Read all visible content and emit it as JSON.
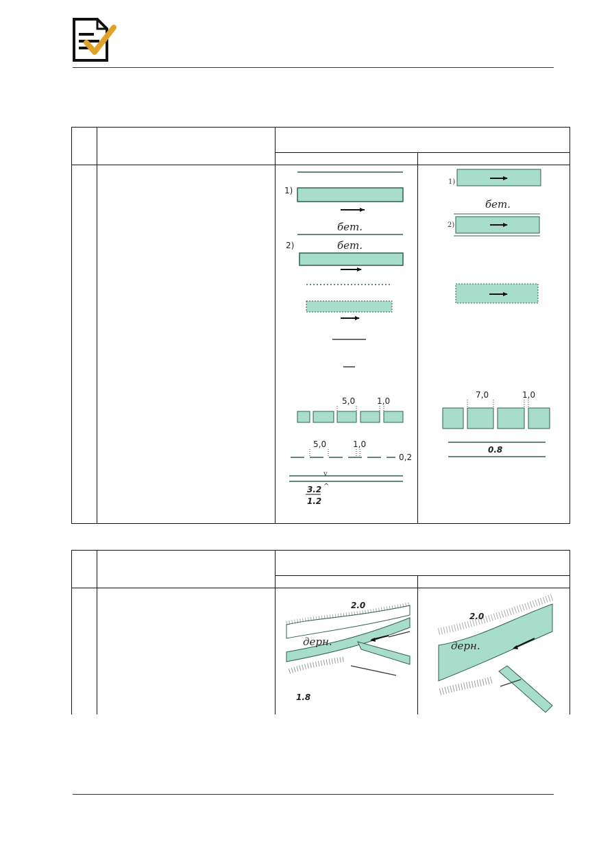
{
  "colors": {
    "water": "#a8dccb",
    "water_edge": "#2f5f55",
    "accent_icon": "#e1a22b"
  },
  "icons": {
    "header_icon": "document-check-icon"
  },
  "table1": {
    "col1_labels": {
      "variant1": "1)",
      "variant2": "2)",
      "beton1": "бет.",
      "beton2": "бет.",
      "dim_5_0_a": "5,0",
      "dim_1_0_a": "1,0",
      "dim_5_0_b": "5,0",
      "dim_1_0_b": "1,0",
      "dim_0_2": "0,2",
      "frac_top": "3.2",
      "frac_bottom": "1.2"
    },
    "col2_labels": {
      "variant1": "1)",
      "variant2": "2)",
      "beton": "бет.",
      "dim_7_0": "7,0",
      "dim_1_0": "1,0",
      "width_0_8": "0.8"
    }
  },
  "table2": {
    "col1_labels": {
      "width_top": "2.0",
      "sod": "дерн.",
      "width_bottom": "1.8"
    },
    "col2_labels": {
      "width_top": "2.0",
      "sod": "дерн."
    }
  }
}
